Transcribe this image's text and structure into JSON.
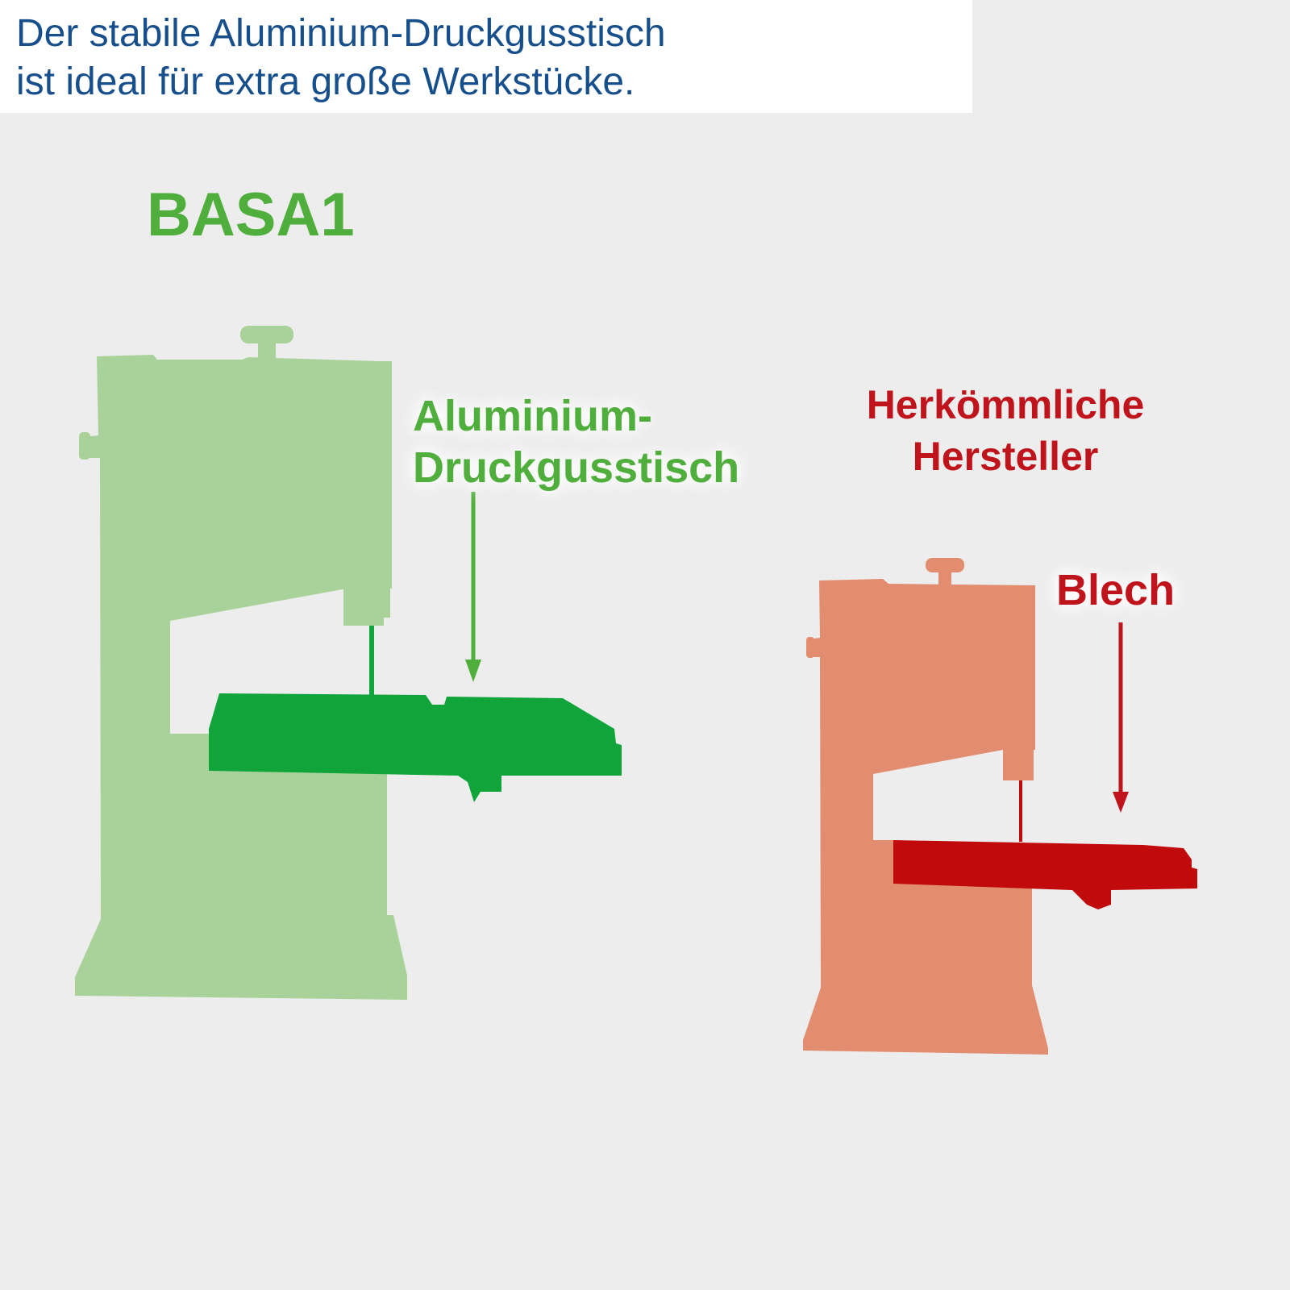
{
  "header": {
    "line1": "Der stabile Aluminium-Druckgusstisch",
    "line2": "ist ideal für extra große Werkstücke."
  },
  "left_machine": {
    "brand": "BASA1",
    "callout_line1": "Aluminium-",
    "callout_line2": "Druckgusstisch"
  },
  "right_machine": {
    "title_line1": "Herkömmliche",
    "title_line2": "Hersteller",
    "callout": "Blech"
  },
  "colors": {
    "header_text": "#174f8c",
    "brand_green": "#4fae3c",
    "machine_green_light": "#a9d29a",
    "table_green": "#10a43a",
    "red_text": "#c0141c",
    "machine_red_light": "#e28d70",
    "table_red": "#c00a0c",
    "background": "#ededed"
  },
  "icons": {
    "left": "bandsaw-green-icon",
    "right": "bandsaw-red-icon"
  }
}
